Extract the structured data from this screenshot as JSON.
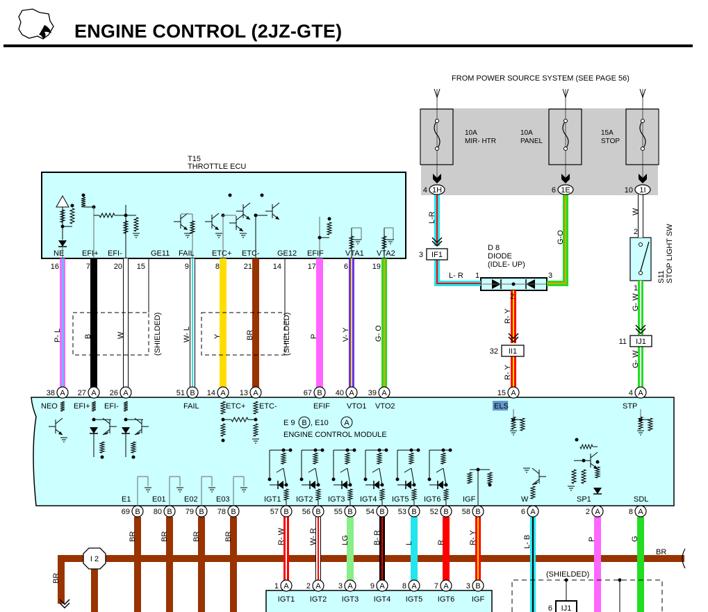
{
  "page": {
    "title": "ENGINE CONTROL (2JZ-GTE)",
    "logo_icon": "toyota-region-logo-icon"
  },
  "power_source": {
    "label": "FROM POWER SOURCE SYSTEM (SEE PAGE 56)",
    "fuses": [
      {
        "rating": "10A",
        "name": "MIR- HTR",
        "pin": "4",
        "connector": "1H",
        "wire": "L-R"
      },
      {
        "rating": "10A",
        "name": "PANEL",
        "pin": "6",
        "connector": "1E",
        "wire": "G-O"
      },
      {
        "rating": "15A",
        "name": "STOP",
        "pin": "10",
        "connector": "1I",
        "wire": "W"
      }
    ]
  },
  "throttle_ecu": {
    "code": "T15",
    "name": "THROTTLE ECU",
    "terminals": [
      {
        "label": "NE",
        "pin": "16",
        "wire": "P-L"
      },
      {
        "label": "EFI+",
        "pin": "7",
        "wire": "B"
      },
      {
        "label": "EFI-",
        "pin": "20",
        "wire": "W"
      },
      {
        "label": "GE11",
        "pin": "15",
        "wire": ""
      },
      {
        "label": "FAIL",
        "pin": "9",
        "wire": "W-L"
      },
      {
        "label": "ETC+",
        "pin": "8",
        "wire": "Y"
      },
      {
        "label": "ETC-",
        "pin": "21",
        "wire": "BR"
      },
      {
        "label": "GE12",
        "pin": "14",
        "wire": ""
      },
      {
        "label": "EFIF",
        "pin": "17",
        "wire": "P"
      },
      {
        "label": "VTA1",
        "pin": "6",
        "wire": "V-Y"
      },
      {
        "label": "VTA2",
        "pin": "19",
        "wire": "G-O"
      }
    ],
    "shielded_label": "(SHIELDED)"
  },
  "connectors": {
    "if1": {
      "pin": "3",
      "name": "IF1"
    },
    "ii1": {
      "pin": "32",
      "name": "II1"
    },
    "ij1_top": {
      "pin": "11",
      "name": "IJ1"
    },
    "ij1_bottom": {
      "pin": "6",
      "name": "IJ1"
    },
    "i2": {
      "name": "I 2"
    }
  },
  "diode": {
    "code": "D 8",
    "name": "DIODE",
    "sub": "(IDLE- UP)",
    "pin1": "1",
    "pin2": "2",
    "pin3": "3",
    "wire_in": "L- R",
    "wire_out": "R- Y"
  },
  "stop_switch": {
    "code": "S11",
    "name": "STOP LIGHT SW",
    "pin_top": "2",
    "pin_bottom": "1",
    "wire_out": "G- W"
  },
  "ecm": {
    "title_line1_prefix": "E 9",
    "title_b": "B",
    "title_mid": ", E10",
    "title_a": "A",
    "name": "ENGINE CONTROL MODULE",
    "top_terminals": [
      {
        "label": "NEO",
        "pin": "38",
        "conn": "A"
      },
      {
        "label": "EFI+",
        "pin": "27",
        "conn": "A"
      },
      {
        "label": "EFI-",
        "pin": "26",
        "conn": "A"
      },
      {
        "label": "FAIL",
        "pin": "51",
        "conn": "B"
      },
      {
        "label": "ETC+",
        "pin": "14",
        "conn": "A"
      },
      {
        "label": "ETC-",
        "pin": "13",
        "conn": "A"
      },
      {
        "label": "EFIF",
        "pin": "67",
        "conn": "B"
      },
      {
        "label": "VTO1",
        "pin": "40",
        "conn": "A"
      },
      {
        "label": "VTO2",
        "pin": "39",
        "conn": "A"
      },
      {
        "label": "ELS",
        "pin": "15",
        "conn": "A"
      },
      {
        "label": "STP",
        "pin": "4",
        "conn": "A"
      }
    ],
    "bottom_terminals": [
      {
        "label": "E1",
        "pin": "69",
        "conn": "B",
        "wire": "BR"
      },
      {
        "label": "E01",
        "pin": "80",
        "conn": "B",
        "wire": "BR"
      },
      {
        "label": "E02",
        "pin": "79",
        "conn": "B",
        "wire": "BR"
      },
      {
        "label": "E03",
        "pin": "78",
        "conn": "B",
        "wire": "BR"
      },
      {
        "label": "IGT1",
        "pin": "57",
        "conn": "B",
        "wire": "R-W"
      },
      {
        "label": "IGT2",
        "pin": "56",
        "conn": "B",
        "wire": "W-R"
      },
      {
        "label": "IGT3",
        "pin": "55",
        "conn": "B",
        "wire": "LG"
      },
      {
        "label": "IGT4",
        "pin": "54",
        "conn": "B",
        "wire": "B-R"
      },
      {
        "label": "IGT5",
        "pin": "53",
        "conn": "B",
        "wire": "L"
      },
      {
        "label": "IGT6",
        "pin": "52",
        "conn": "B",
        "wire": "R"
      },
      {
        "label": "IGF",
        "pin": "58",
        "conn": "B",
        "wire": "R-Y"
      },
      {
        "label": "W",
        "pin": "6",
        "conn": "A",
        "wire": "L-B"
      },
      {
        "label": "SP1",
        "pin": "2",
        "conn": "A",
        "wire": "P"
      },
      {
        "label": "SDL",
        "pin": "8",
        "conn": "A",
        "wire": "G"
      }
    ]
  },
  "igniter": {
    "terminals": [
      {
        "label": "IGT1",
        "pin": "1",
        "conn": "A"
      },
      {
        "label": "IGT2",
        "pin": "2",
        "conn": "A"
      },
      {
        "label": "IGT3",
        "pin": "3",
        "conn": "A"
      },
      {
        "label": "IGT4",
        "pin": "9",
        "conn": "A"
      },
      {
        "label": "IGT5",
        "pin": "8",
        "conn": "A"
      },
      {
        "label": "IGT6",
        "pin": "7",
        "conn": "A"
      },
      {
        "label": "IGF",
        "pin": "3",
        "conn": "B"
      }
    ]
  },
  "ground_bus": {
    "wire": "BR",
    "down_wire": "BR"
  },
  "lower_shielded_label": "(SHIELDED)",
  "colors": {
    "module_fill": "#ccffff",
    "fuse_panel": "#cccccc",
    "BR": "#993300",
    "B": "#000000",
    "Y": "#ffdd00",
    "P": "#ff66ff",
    "G": "#22dd22",
    "LG": "#88ee88",
    "L": "#22e5ee",
    "R": "#ff0000",
    "V": "#6633ff",
    "O": "#ff9900",
    "W": "#ffffff"
  }
}
